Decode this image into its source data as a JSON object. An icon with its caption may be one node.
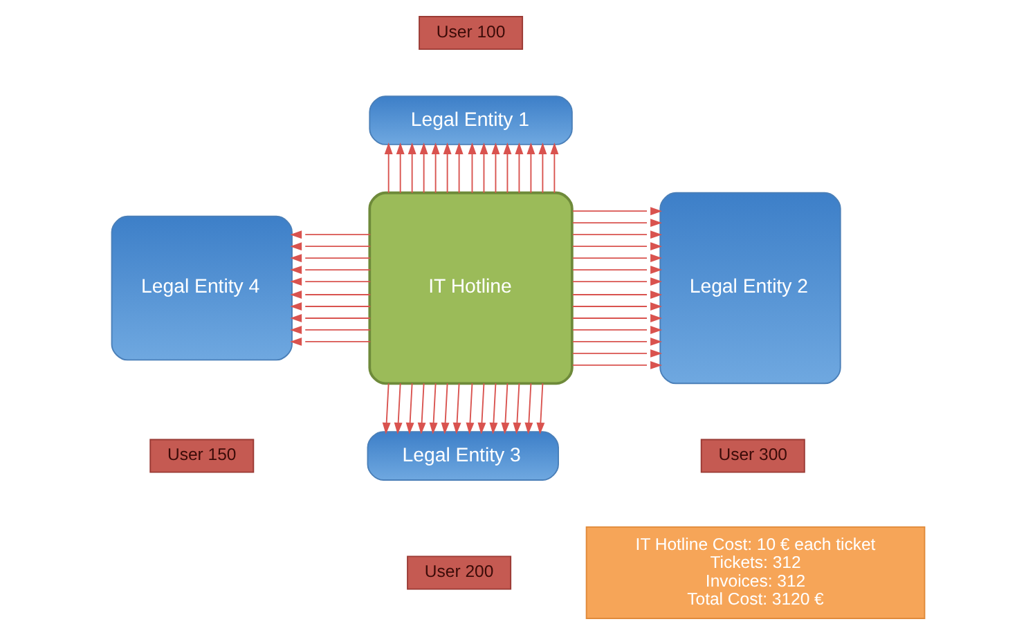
{
  "diagram": {
    "nodes": [
      {
        "text": [
          "User 100"
        ]
      },
      {
        "text": [
          "Legal Entity 1"
        ]
      },
      {
        "text": [
          "Legal Entity 4"
        ]
      },
      {
        "text": [
          "IT Hotline"
        ]
      },
      {
        "text": [
          "Legal Entity 2"
        ]
      },
      {
        "text": [
          "User 150"
        ]
      },
      {
        "text": [
          "User 300"
        ]
      },
      {
        "text": [
          "Legal Entity 3"
        ]
      },
      {
        "text": [
          "IT Hotline Cost: 10 € each ticket",
          "Tickets: 312",
          "Invoices: 312",
          "Total Cost: 3120 €"
        ]
      },
      {
        "text": [
          "User 200"
        ]
      }
    ],
    "edges": [
      {
        "from": 3,
        "to": 1,
        "arrow": "to"
      },
      {
        "from": 3,
        "to": 1,
        "arrow": "to"
      },
      {
        "from": 3,
        "to": 1,
        "arrow": "to"
      },
      {
        "from": 3,
        "to": 1,
        "arrow": "to"
      },
      {
        "from": 3,
        "to": 1,
        "arrow": "to"
      },
      {
        "from": 3,
        "to": 1,
        "arrow": "to"
      },
      {
        "from": 3,
        "to": 1,
        "arrow": "to"
      },
      {
        "from": 3,
        "to": 1,
        "arrow": "to"
      },
      {
        "from": 3,
        "to": 1,
        "arrow": "to"
      },
      {
        "from": 3,
        "to": 1,
        "arrow": "to"
      },
      {
        "from": 3,
        "to": 1,
        "arrow": "to"
      },
      {
        "from": 3,
        "to": 1,
        "arrow": "to"
      },
      {
        "from": 3,
        "to": 1,
        "arrow": "to"
      },
      {
        "from": 3,
        "to": 1,
        "arrow": "to"
      },
      {
        "from": 3,
        "to": 1,
        "arrow": "to"
      },
      {
        "from": 3,
        "to": 2,
        "arrow": "to"
      },
      {
        "from": 3,
        "to": 2,
        "arrow": "to"
      },
      {
        "from": 3,
        "to": 2,
        "arrow": "to"
      },
      {
        "from": 3,
        "to": 2,
        "arrow": "to"
      },
      {
        "from": 3,
        "to": 2,
        "arrow": "to"
      },
      {
        "from": 3,
        "to": 2,
        "arrow": "to"
      },
      {
        "from": 3,
        "to": 2,
        "arrow": "to"
      },
      {
        "from": 3,
        "to": 2,
        "arrow": "to"
      },
      {
        "from": 3,
        "to": 2,
        "arrow": "to"
      },
      {
        "from": 3,
        "to": 2,
        "arrow": "to"
      },
      {
        "from": 3,
        "to": 4,
        "arrow": "to"
      },
      {
        "from": 3,
        "to": 4,
        "arrow": "to"
      },
      {
        "from": 3,
        "to": 4,
        "arrow": "to"
      },
      {
        "from": 3,
        "to": 4,
        "arrow": "to"
      },
      {
        "from": 3,
        "to": 4,
        "arrow": "to"
      },
      {
        "from": 3,
        "to": 4,
        "arrow": "to"
      },
      {
        "from": 3,
        "to": 4,
        "arrow": "to"
      },
      {
        "from": 3,
        "to": 4,
        "arrow": "to"
      },
      {
        "from": 3,
        "to": 4,
        "arrow": "to"
      },
      {
        "from": 3,
        "to": 4,
        "arrow": "to"
      },
      {
        "from": 3,
        "to": 4,
        "arrow": "to"
      },
      {
        "from": 3,
        "to": 4,
        "arrow": "to"
      },
      {
        "from": 3,
        "to": 4,
        "arrow": "to"
      },
      {
        "from": 3,
        "to": 4,
        "arrow": "to"
      },
      {
        "from": 3,
        "to": 7,
        "arrow": "to"
      },
      {
        "from": 3,
        "to": 7,
        "arrow": "to"
      },
      {
        "from": 3,
        "to": 7,
        "arrow": "to"
      },
      {
        "from": 3,
        "to": 7,
        "arrow": "to"
      },
      {
        "from": 3,
        "to": 7,
        "arrow": "to"
      },
      {
        "from": 3,
        "to": 7,
        "arrow": "to"
      },
      {
        "from": 3,
        "to": 7,
        "arrow": "to"
      },
      {
        "from": 3,
        "to": 7,
        "arrow": "to"
      },
      {
        "from": 3,
        "to": 7,
        "arrow": "to"
      },
      {
        "from": 3,
        "to": 7,
        "arrow": "to"
      },
      {
        "from": 3,
        "to": 7,
        "arrow": "to"
      },
      {
        "from": 3,
        "to": 7,
        "arrow": "to"
      },
      {
        "from": 3,
        "to": 7,
        "arrow": "to"
      },
      {
        "from": 3,
        "to": 7,
        "arrow": "to"
      }
    ]
  }
}
